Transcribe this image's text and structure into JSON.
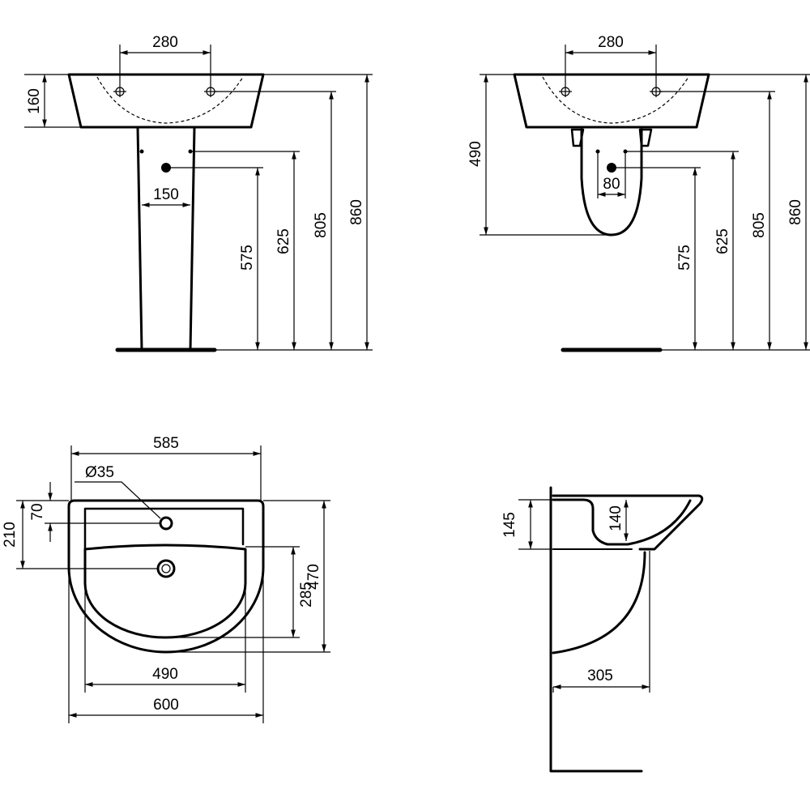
{
  "front_view": {
    "tap_spacing": "280",
    "basin_height": "160",
    "pedestal_hole_spacing": "150",
    "waste_height": "575",
    "supply_height": "625",
    "basin_top_inner": "805",
    "basin_top": "860"
  },
  "semi_pedestal_view": {
    "tap_spacing": "280",
    "semi_pedestal_drop": "490",
    "hole_spacing": "80",
    "waste_height": "575",
    "supply_height": "625",
    "basin_top_inner": "805",
    "basin_top": "860"
  },
  "top_view": {
    "width_inner_top": "585",
    "tap_hole_diameter": "Ø35",
    "tap_hole_offset": "70",
    "drain_offset": "210",
    "bowl_depth": "285",
    "total_depth": "470",
    "bowl_width": "490",
    "total_width": "600"
  },
  "side_view": {
    "rim_height": "145",
    "bowl_height": "140",
    "pedestal_depth": "305"
  }
}
